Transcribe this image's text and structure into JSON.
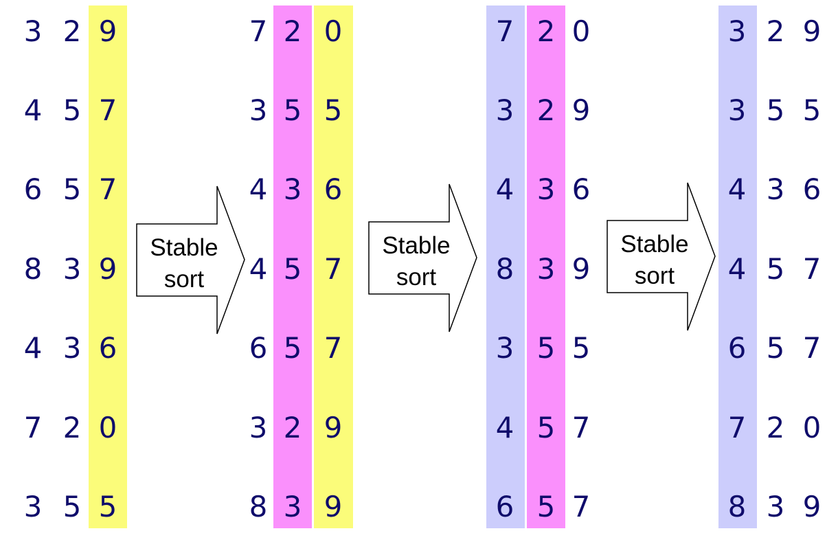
{
  "colors": {
    "digit": "#0f0c6b",
    "yellow_band": "#fbfc7a",
    "pink_band": "#fa90fc",
    "lavender_band": "#cccdfc"
  },
  "columns": [
    {
      "name": "input",
      "numbers": [
        "329",
        "457",
        "657",
        "839",
        "436",
        "720",
        "355"
      ],
      "highlight": [
        {
          "digit_index": 2,
          "color": "yellow"
        }
      ]
    },
    {
      "name": "after-ones-sort",
      "numbers": [
        "720",
        "355",
        "436",
        "457",
        "657",
        "329",
        "839"
      ],
      "highlight": [
        {
          "digit_index": 1,
          "color": "pink"
        },
        {
          "digit_index": 2,
          "color": "yellow"
        }
      ]
    },
    {
      "name": "after-tens-sort",
      "numbers": [
        "720",
        "329",
        "436",
        "839",
        "355",
        "457",
        "657"
      ],
      "highlight": [
        {
          "digit_index": 0,
          "color": "lavender"
        },
        {
          "digit_index": 1,
          "color": "pink"
        }
      ]
    },
    {
      "name": "after-hundreds-sort",
      "numbers": [
        "329",
        "355",
        "436",
        "457",
        "657",
        "720",
        "839"
      ],
      "highlight": [
        {
          "digit_index": 0,
          "color": "lavender"
        }
      ]
    }
  ],
  "arrows": [
    {
      "label_line1": "Stable",
      "label_line2": "sort"
    },
    {
      "label_line1": "Stable",
      "label_line2": "sort"
    },
    {
      "label_line1": "Stable",
      "label_line2": "sort"
    }
  ]
}
